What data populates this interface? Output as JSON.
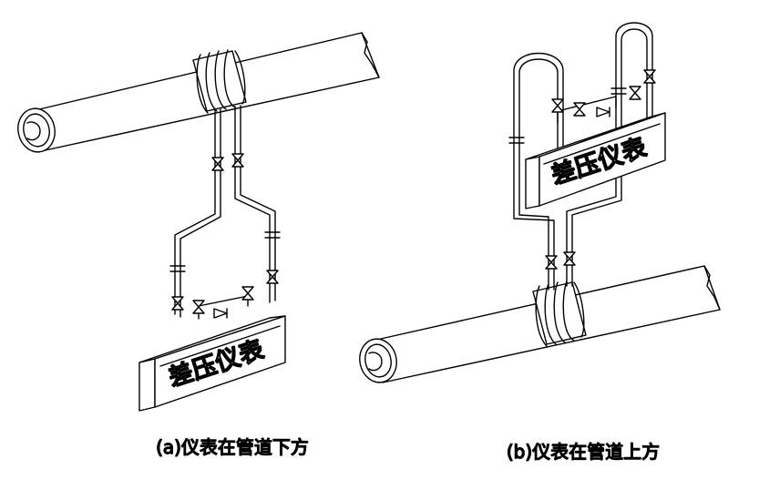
{
  "diagram": {
    "left": {
      "meter_label": "差压仪表",
      "caption": "(a)仪表在管道下方"
    },
    "right": {
      "meter_label": "差压仪表",
      "caption": "(b)仪表在管道上方"
    },
    "line_color": "#000000",
    "background": "#ffffff"
  }
}
